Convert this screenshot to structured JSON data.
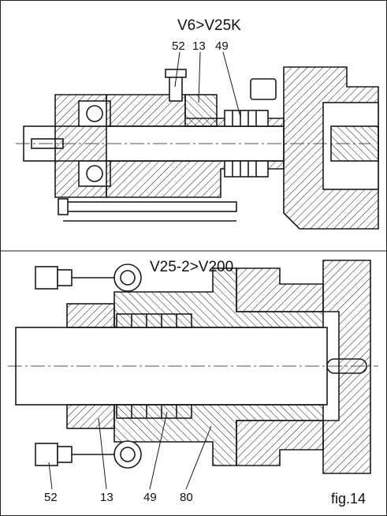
{
  "figure_label": "fig.14",
  "top_view": {
    "title": "V6>V25K",
    "callouts": [
      "52",
      "13",
      "49"
    ]
  },
  "bottom_view": {
    "title": "V25-2>V200",
    "callouts": [
      "52",
      "13",
      "49",
      "80"
    ]
  },
  "colors": {
    "ink": "#1a1a1a",
    "paper": "#ffffff",
    "frame": "#222222"
  }
}
